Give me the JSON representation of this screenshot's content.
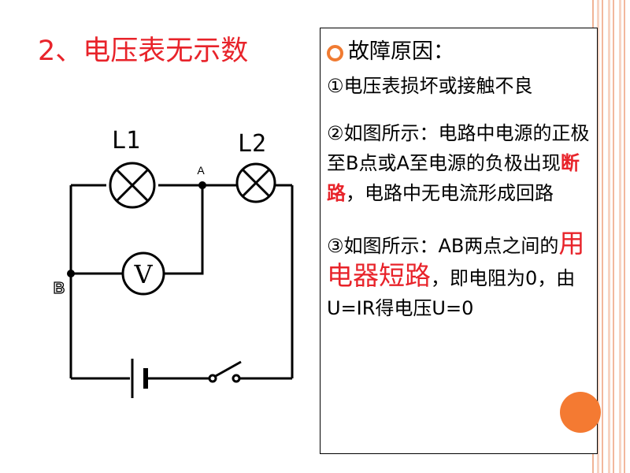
{
  "slide": {
    "title": "2、电压表无示数"
  },
  "circuit": {
    "lamp1_label": "L1",
    "lamp2_label": "L2",
    "point_a_label": "A",
    "point_b_label": "B",
    "voltmeter_label": "V"
  },
  "panel": {
    "heading": "故障原因：",
    "item1": {
      "text": "①电压表损坏或接触不良"
    },
    "item2": {
      "part1": "②如图所示：电路中电源的正极至B点或A至电源的负极出现",
      "highlight": "断路",
      "part2": "，电路中无电流形成回路"
    },
    "item3": {
      "part1": "③如图所示：AB两点之间的",
      "highlight": "用电器短路",
      "part2": "，即电阻为0，由U=IR得电压U=0"
    }
  },
  "colors": {
    "title_red": "#e8232a",
    "accent_orange": "#f47a32",
    "stripe_pink": "#f2b89d"
  }
}
